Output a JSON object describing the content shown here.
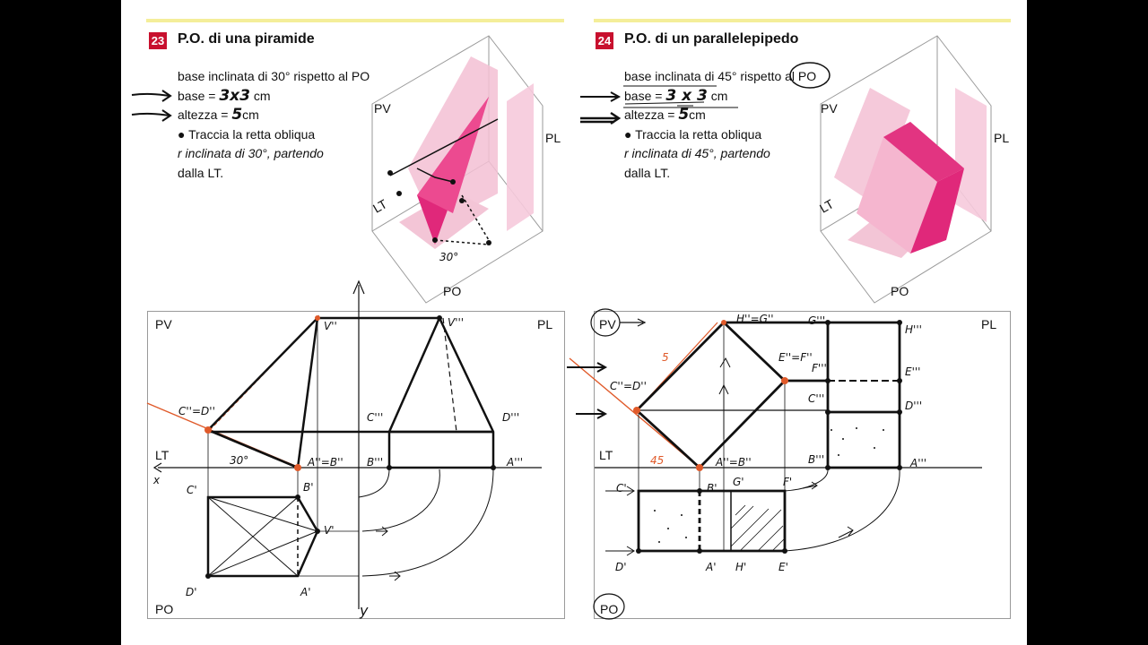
{
  "exercise_23": {
    "number": "23",
    "title": "P.O. di una piramide",
    "line1": "base inclinata di 30° rispetto al PO",
    "line2_prefix": "base = ",
    "line2_value": "3x3",
    "line2_unit": "cm",
    "line3_prefix": "altezza = ",
    "line3_value": "5",
    "line3_unit": "cm",
    "bullet": "● Traccia la retta obliqua",
    "line5": "r inclinata di 30°, partendo",
    "line6": "dalla LT.",
    "diagram3d": {
      "pv": "PV",
      "pl": "PL",
      "lt": "LT",
      "po": "PO",
      "angle": "30°"
    },
    "drawing": {
      "pv": "PV",
      "pl": "PL",
      "lt": "LT",
      "po": "PO",
      "x_axis": "x",
      "y_axis": "y",
      "v2": "V''",
      "v3": "V'''",
      "c2d2": "C''=D''",
      "a2b2": "A''=B''",
      "c3": "C'''",
      "d3": "D'''",
      "b3": "B'''",
      "a3": "A'''",
      "c1": "C'",
      "b1": "B'",
      "v1": "V'",
      "d1": "D'",
      "a1": "A'",
      "angle": "30°"
    }
  },
  "exercise_24": {
    "number": "24",
    "title": "P.O. di un parallelepipedo",
    "line1": "base inclinata di 45° rispetto al PO",
    "line2_prefix": "base = ",
    "line2_value": "3 x 3",
    "line2_unit": "cm",
    "line3_prefix": "altezza = ",
    "line3_value": "5",
    "line3_unit": "cm",
    "bullet": "● Traccia la retta obliqua",
    "line5": "r inclinata di 45°, partendo",
    "line6": "dalla LT.",
    "diagram3d": {
      "pv": "PV",
      "pl": "PL",
      "lt": "LT",
      "po": "PO"
    },
    "drawing": {
      "pv": "PV",
      "pl": "PL",
      "lt": "LT",
      "po": "PO",
      "h2g2": "H''=G''",
      "e2f2": "E''=F''",
      "c2d2": "C''=D''",
      "a2b2": "A''=B''",
      "len": "5",
      "angle": "45",
      "g3": "G'''",
      "h3": "H'''",
      "f3": "F'''",
      "e3": "E'''",
      "c3": "C'''",
      "d3": "D'''",
      "b3": "B'''",
      "a3": "A'''",
      "c1": "C'",
      "b1": "B'",
      "g1": "G'",
      "f1": "F'",
      "d1": "D'",
      "a1": "A'",
      "h1": "H'",
      "e1": "E'"
    }
  },
  "colors": {
    "magenta": "#e0287a",
    "pink_light": "#f3bfd3",
    "pink_mid": "#ec86b3",
    "red_header": "#c8102e",
    "orange_line": "#e05a2a"
  }
}
